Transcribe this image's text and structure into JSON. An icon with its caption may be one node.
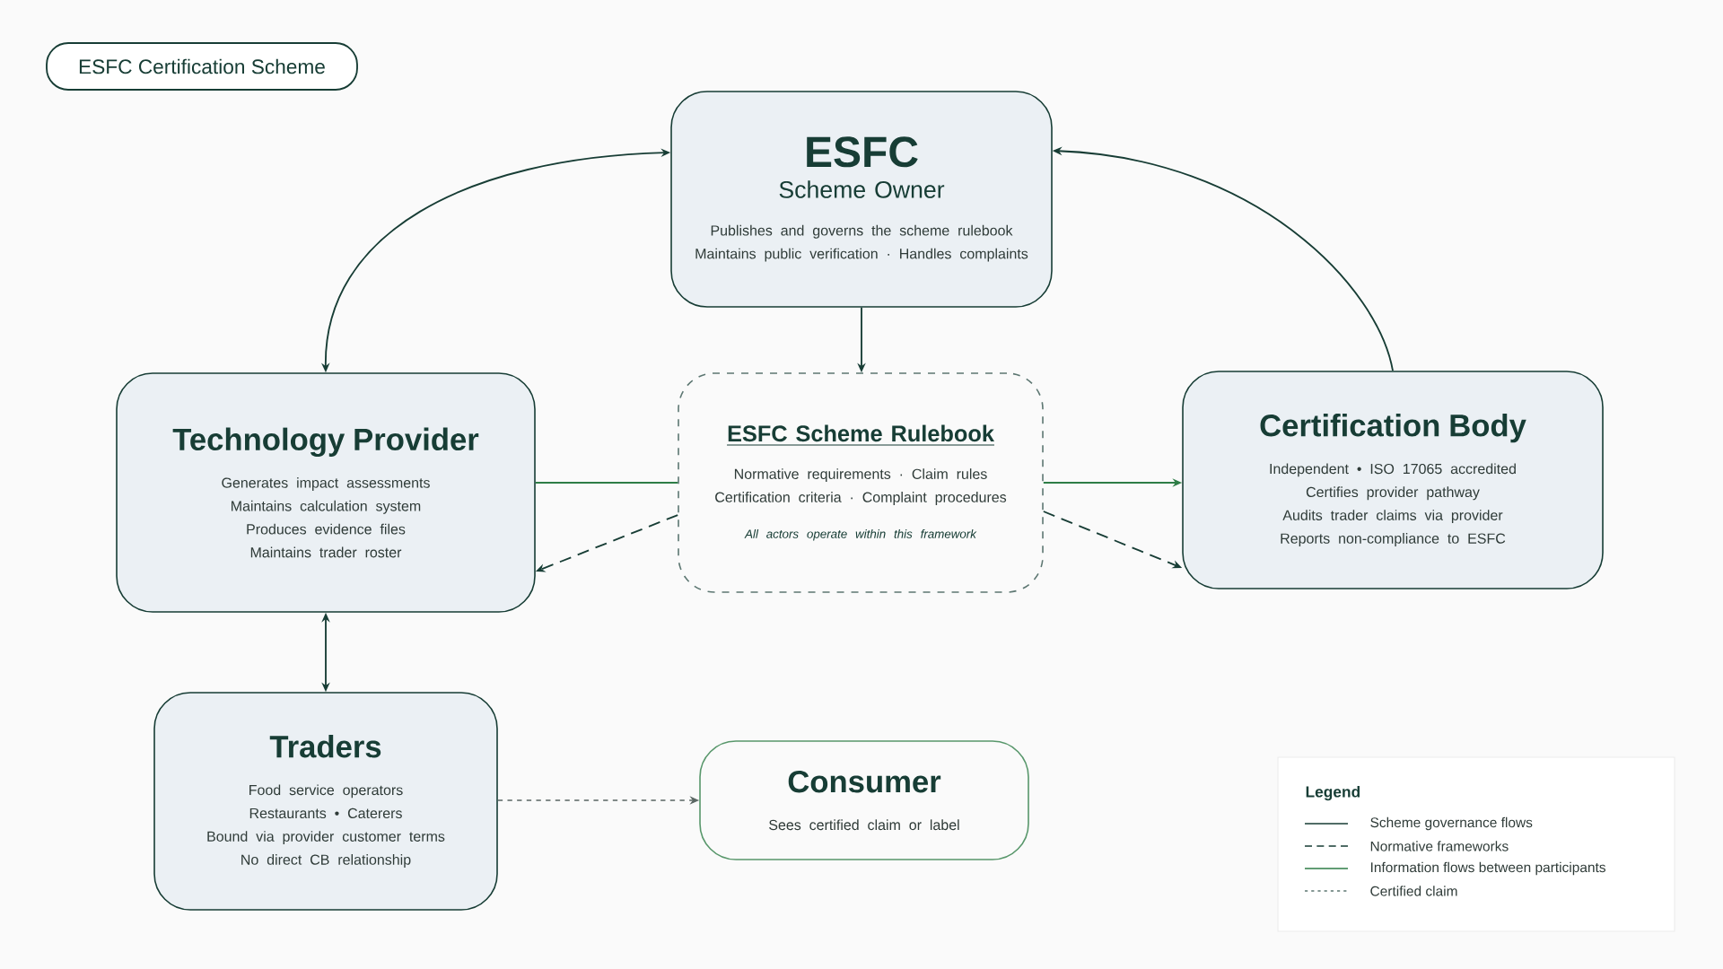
{
  "diagram": {
    "title": "ESFC Certification Scheme",
    "nodes": [
      {
        "text": [
          "ESFC",
          "Scheme Owner",
          "Publishes and governs the scheme rulebook",
          "Maintains public verification · Handles complaints"
        ]
      },
      {
        "text": [
          "Technology Provider",
          "Generates impact assessments",
          "Maintains calculation system",
          "Produces evidence files",
          "Maintains trader roster"
        ]
      },
      {
        "text": [
          "ESFC Scheme Rulebook",
          "Normative requirements · Claim rules",
          "Certification criteria · Complaint procedures",
          "All actors operate within this framework"
        ]
      },
      {
        "text": [
          "Certification Body",
          "Independent • ISO 17065 accredited",
          "Certifies provider pathway",
          "Audits trader claims via provider",
          "Reports non-compliance to ESFC"
        ]
      },
      {
        "text": [
          "Traders",
          "Food service operators",
          "Restaurants • Caterers",
          "Bound via provider customer terms",
          "No direct CB relationship"
        ]
      },
      {
        "text": [
          "Consumer",
          "Sees certified claim or label"
        ]
      }
    ],
    "edges": [
      {
        "from": 1,
        "to": 0,
        "arrow": "both"
      },
      {
        "from": 3,
        "to": 0,
        "arrow": "to"
      },
      {
        "from": 0,
        "to": 2,
        "arrow": "to"
      },
      {
        "from": 1,
        "to": 2,
        "arrow": "none",
        "color": "#2e7d46"
      },
      {
        "from": 2,
        "to": 3,
        "arrow": "to",
        "color": "#2e7d46"
      },
      {
        "from": 2,
        "to": 1,
        "arrow": "to",
        "style": "dashed"
      },
      {
        "from": 2,
        "to": 3,
        "arrow": "to",
        "style": "dashed"
      },
      {
        "from": 1,
        "to": 4,
        "arrow": "both"
      },
      {
        "from": 4,
        "to": 5,
        "arrow": "to",
        "style": "dashed",
        "color": "#5a6663"
      }
    ],
    "labels": [
      "Legend"
    ],
    "legend": [
      {
        "text": "Scheme governance flows"
      },
      {
        "text": "Normative frameworks"
      },
      {
        "text": "Information flows between participants"
      },
      {
        "text": "Certified claim"
      }
    ]
  }
}
